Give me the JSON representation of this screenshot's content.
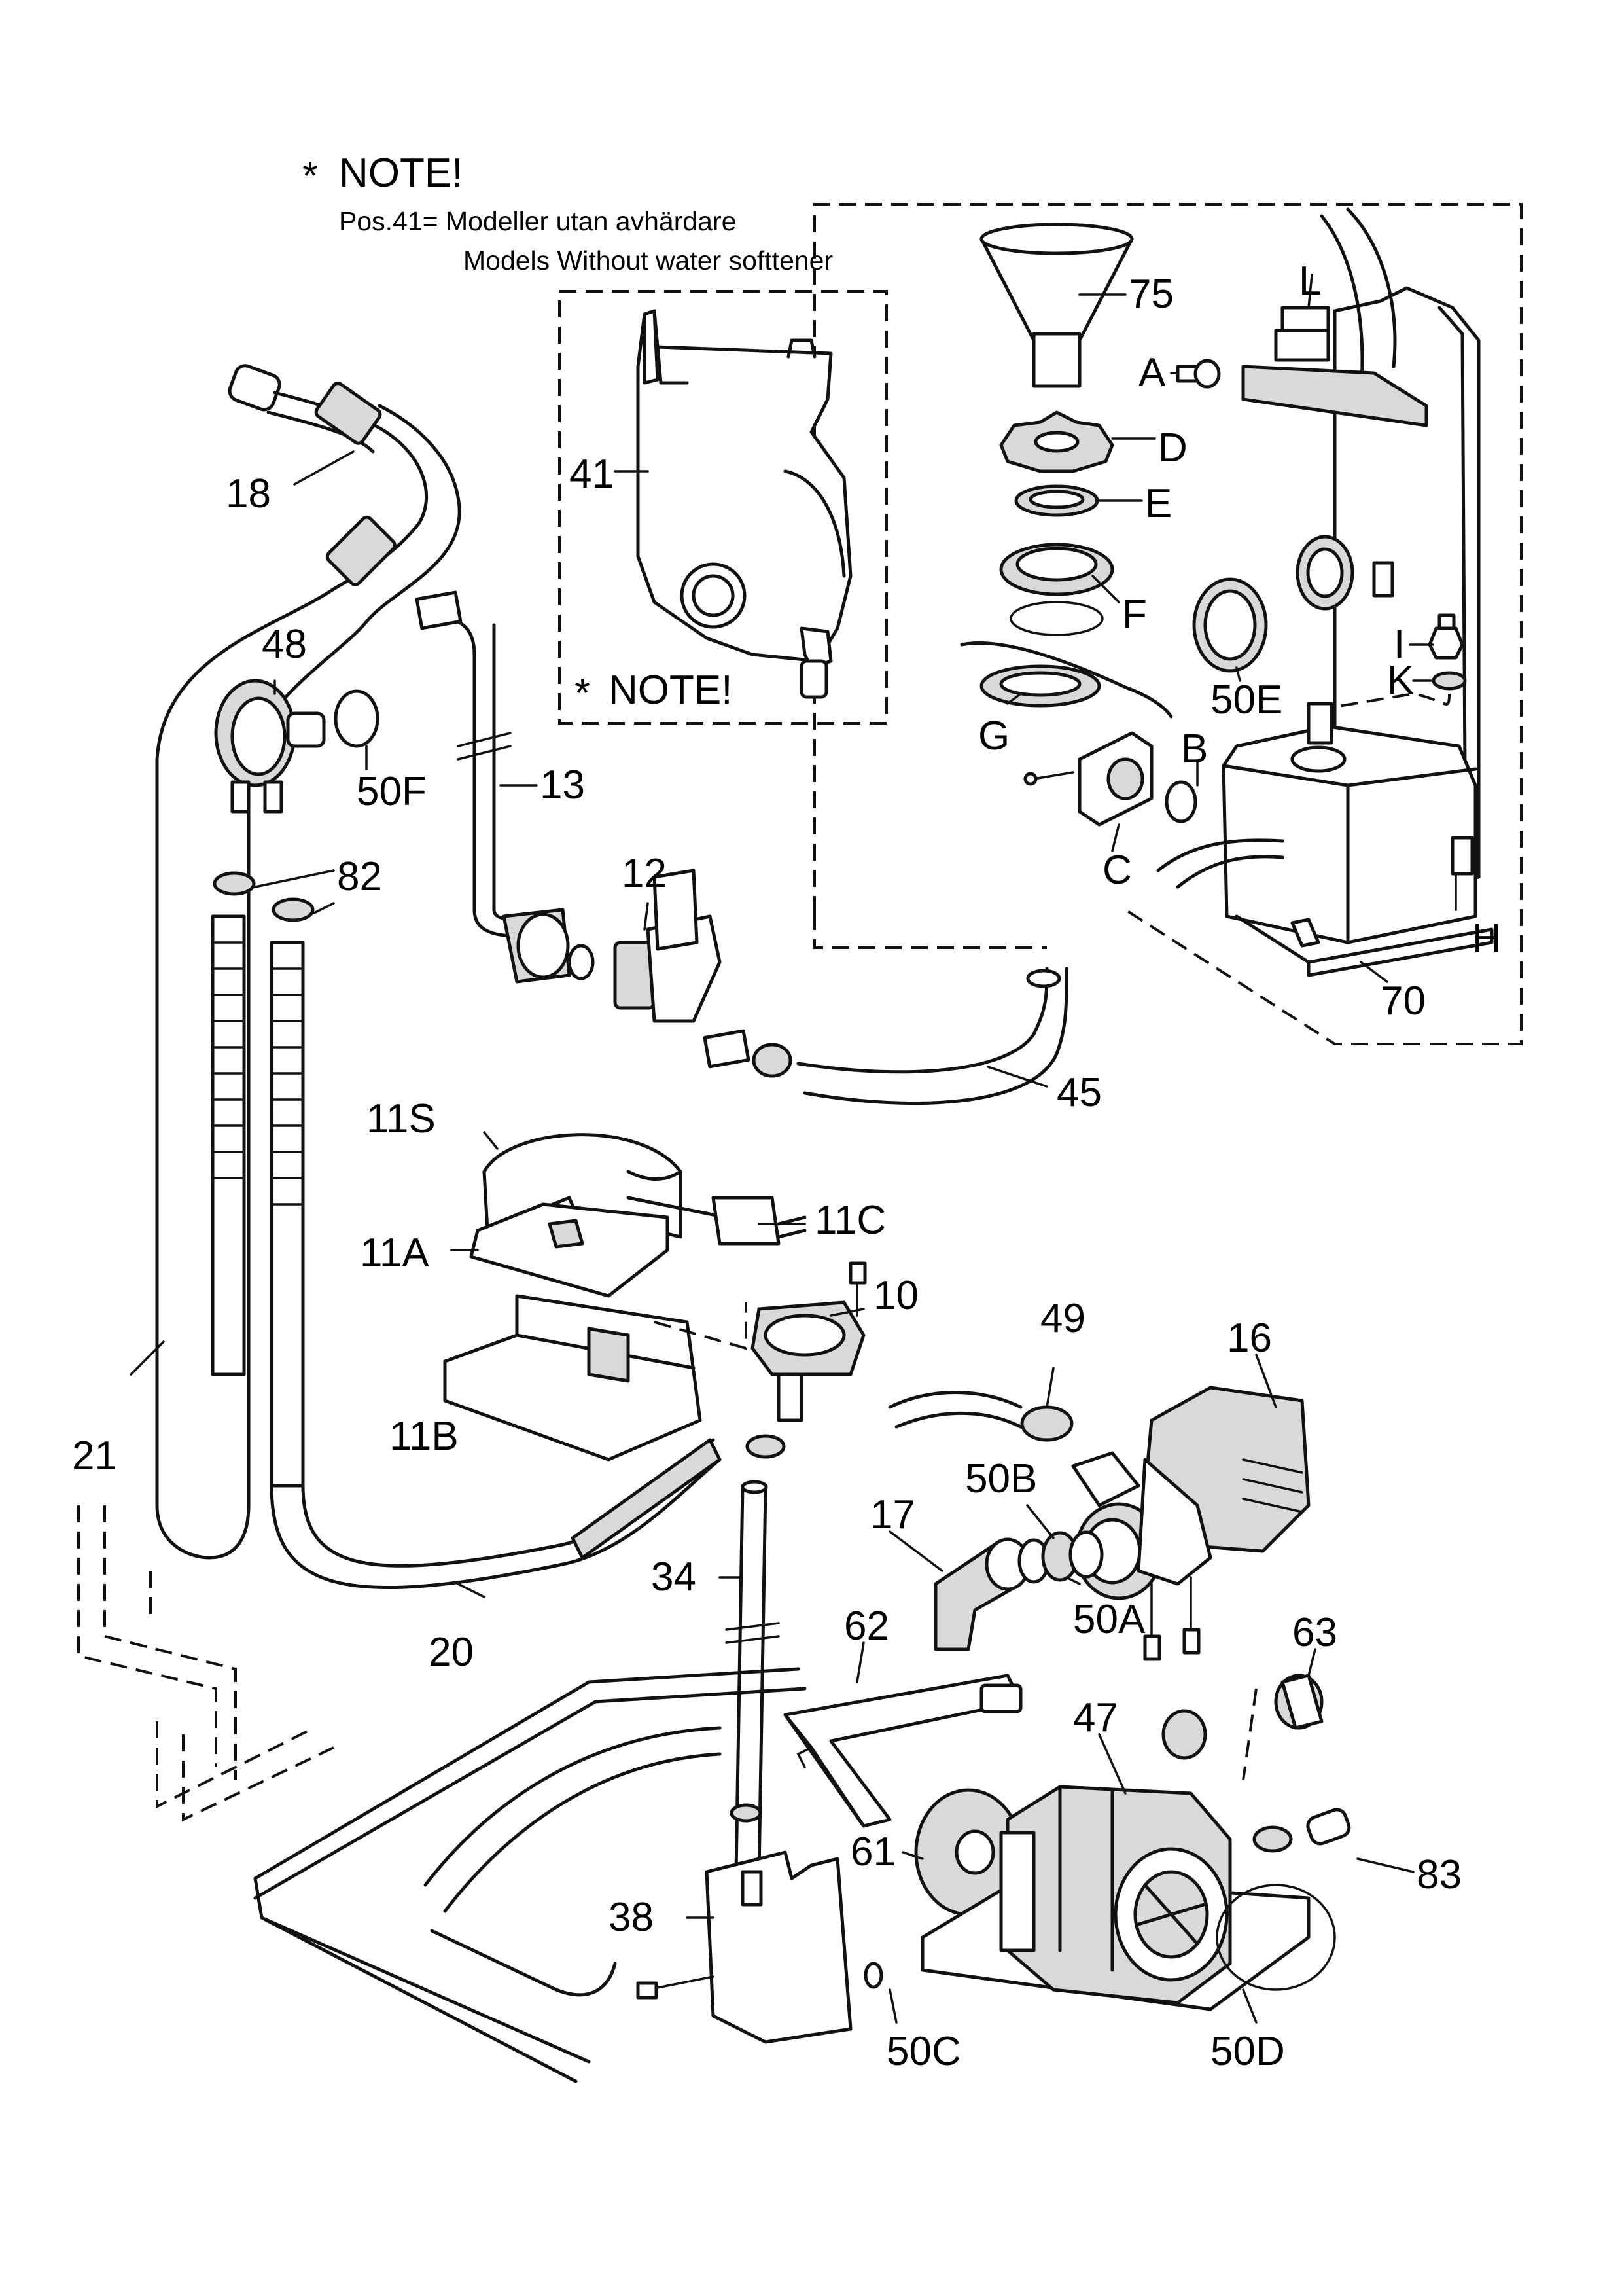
{
  "note": {
    "star": "*",
    "title": "NOTE!",
    "line1": "Pos.41= Modeller utan avhärdare",
    "line2": "Models Without water softtener"
  },
  "inset_note": {
    "star": "*",
    "title": "NOTE!"
  },
  "callouts": {
    "p75": "75",
    "pL": "L",
    "pA": "A",
    "pD": "D",
    "pE": "E",
    "pF": "F",
    "p50E": "50E",
    "pI": "I",
    "pK": "K",
    "pG": "G",
    "pB": "B",
    "pC": "C",
    "pH": "H",
    "p70": "70",
    "p41": "41",
    "p18": "18",
    "p48": "48",
    "p50F": "50F",
    "p13": "13",
    "p82": "82",
    "p12": "12",
    "p45": "45",
    "p11S": "11S",
    "p11C": "11C",
    "p11A": "11A",
    "p10": "10",
    "p49": "49",
    "p16": "16",
    "p11B": "11B",
    "p21": "21",
    "p50B": "50B",
    "p17": "17",
    "p34": "34",
    "p50A": "50A",
    "p20": "20",
    "p62": "62",
    "p63": "63",
    "p47": "47",
    "p61": "61",
    "p83": "83",
    "p38": "38",
    "p50C": "50C",
    "p50D": "50D"
  }
}
